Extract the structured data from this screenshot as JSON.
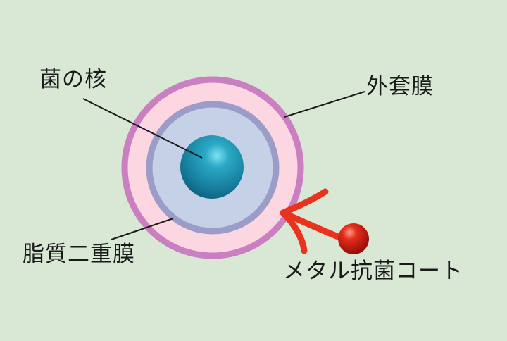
{
  "diagram": {
    "labels": {
      "nucleus": "菌の核",
      "outer_membrane": "外套膜",
      "lipid_bilayer": "脂質二重膜",
      "metal_coat": "メタル抗菌コート"
    },
    "colors": {
      "background": "#d9e8d5",
      "outer_membrane": "#c97fc0",
      "periplasm": "#fcd6e0",
      "lipid_bilayer": "#9c9cc9",
      "cytoplasm": "#c5d1e7",
      "nucleus": "#1f93b0",
      "metal_ball": "#d81c0e",
      "arrow": "#e8341f",
      "leader_line": "#1a1a1a",
      "text": "#1a1a1a"
    }
  }
}
